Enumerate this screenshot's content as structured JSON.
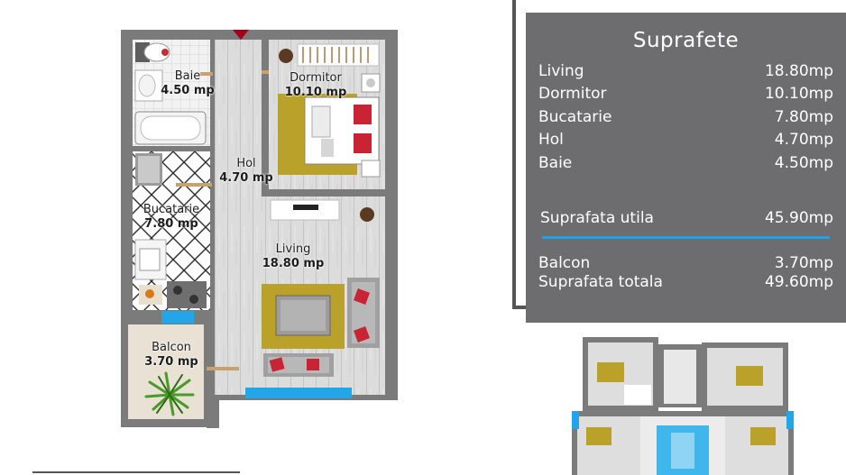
{
  "rooms": {
    "baie": {
      "name": "Baie",
      "area": "4.50 mp"
    },
    "dormitor": {
      "name": "Dormitor",
      "area": "10.10 mp"
    },
    "hol": {
      "name": "Hol",
      "area": "4.70 mp"
    },
    "bucatarie": {
      "name": "Bucatarie",
      "area": "7.80 mp"
    },
    "living": {
      "name": "Living",
      "area": "18.80 mp"
    },
    "balcon": {
      "name": "Balcon",
      "area": "3.70 mp"
    }
  },
  "summary": {
    "title": "Suprafete",
    "rows": [
      {
        "label": "Living",
        "value": "18.80mp"
      },
      {
        "label": "Dormitor",
        "value": "10.10mp"
      },
      {
        "label": "Bucatarie",
        "value": "7.80mp"
      },
      {
        "label": "Hol",
        "value": "4.70mp"
      },
      {
        "label": "Baie",
        "value": "4.50mp"
      }
    ],
    "utila": {
      "label": "Suprafata utila",
      "value": "45.90mp"
    },
    "balcon": {
      "label": "Balcon",
      "value": "3.70mp"
    },
    "totala": {
      "label": "Suprafata totala",
      "value": "49.60mp"
    }
  },
  "colors": {
    "panel_bg": "#6d6c6e",
    "accent": "#1fa3e8",
    "wall": "#7b7b7b",
    "rug": "#b9a12a"
  }
}
